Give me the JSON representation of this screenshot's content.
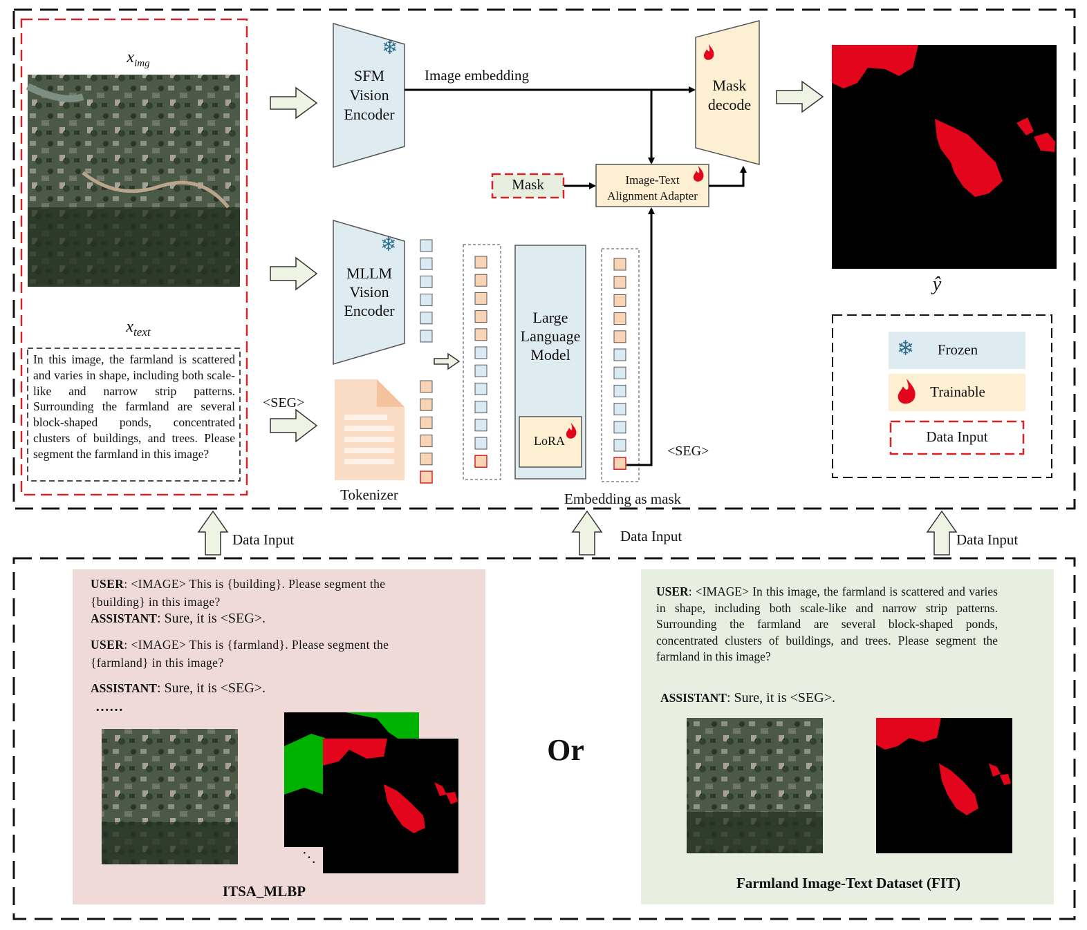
{
  "colors": {
    "frozen": "#deecf2",
    "trainable": "#fdf0d2",
    "data_input_border": "#d42323",
    "token_orange": "#f9d4b4",
    "token_blue": "#d9eaf2",
    "mask_red": "#e3051b",
    "itsa_bg": "#efdad8",
    "fit_bg": "#e9efe0"
  },
  "icons": {
    "frozen": "snowflake-icon",
    "trainable": "flame-icon",
    "tokenizer": "document-icon"
  },
  "input": {
    "x_img_base": "x",
    "x_img_sub": "img",
    "x_text_base": "x",
    "x_text_sub": "text",
    "text_prompt": "In this image, the farmland is scattered and varies in shape, including both scale-like and narrow strip patterns. Surrounding the farmland are several block-shaped ponds, concentrated clusters of buildings, and trees. Please segment the farmland in this image?",
    "seg_token_left": "<SEG>"
  },
  "modules": {
    "sfm_encoder": "SFM\nVision\nEncoder",
    "mllm_encoder": "MLLM\nVision\nEncoder",
    "tokenizer": "Tokenizer",
    "llm": "Large\nLanguage\nModel",
    "lora": "LoRA",
    "mask_decoder": "Mask\ndecode",
    "adapter_line1": "Image-Text",
    "adapter_line2": "Alignment Adapter",
    "mask_input": "Mask",
    "image_embedding": "Image embedding",
    "embedding_as_mask": "Embedding as mask",
    "seg_token_right": "<SEG>",
    "y_hat": "ŷ"
  },
  "legend": {
    "frozen": "Frozen",
    "trainable": "Trainable",
    "data_input": "Data Input"
  },
  "arrows": {
    "data_input_1": "Data Input",
    "data_input_2": "Data Input",
    "data_input_3": "Data Input"
  },
  "datasets": {
    "or_label": "Or",
    "itsa": {
      "user1_role": "USER",
      "user1_text": ": <IMAGE> This is {building}. Please segment the {building} in this image?",
      "assistant1_role": "ASSISTANT",
      "assistant1_text": ": Sure, it is <SEG>.",
      "user2_role": "USER",
      "user2_text": ": <IMAGE> This is {farmland}. Please segment the {farmland} in this image?",
      "assistant2_role": "ASSISTANT",
      "assistant2_text": ": Sure, it is <SEG>.",
      "ellipsis": "……",
      "stack_dots": "⋱",
      "name": "ITSA_MLBP"
    },
    "fit": {
      "user_role": "USER",
      "user_text": ": <IMAGE> In this image, the farmland is scattered and varies in shape, including both scale-like and narrow strip patterns. Surrounding the farmland are several block-shaped ponds, concentrated clusters of buildings, and trees. Please segment the farmland in this image?",
      "assistant_role": "ASSISTANT",
      "assistant_text": ": Sure, it is <SEG>.",
      "name": "Farmland Image-Text Dataset (FIT)"
    }
  }
}
